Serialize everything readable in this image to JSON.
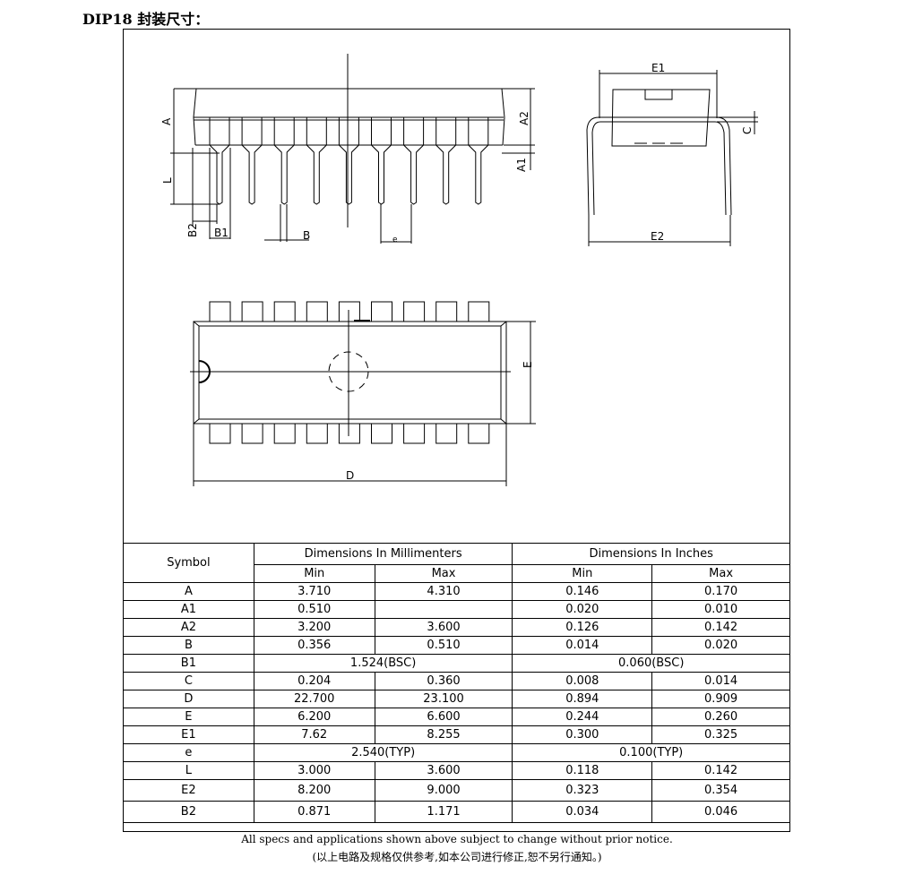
{
  "title": "DIP18 封装尺寸：",
  "drawing_labels": {
    "A": "A",
    "A1": "A1",
    "A2": "A2",
    "L": "L",
    "B": "B",
    "B1": "B1",
    "B2": "B2",
    "e": "e",
    "E": "E",
    "E1": "E1",
    "E2": "E2",
    "C": "C",
    "D": "D"
  },
  "table": {
    "symbol_header": "Symbol",
    "mm_header": "Dimensions In Millimenters",
    "inch_header": "Dimensions In Inches",
    "min": "Min",
    "max": "Max",
    "rows": [
      {
        "symbol": "A",
        "mm_min": "3.710",
        "mm_max": "4.310",
        "in_min": "0.146",
        "in_max": "0.170"
      },
      {
        "symbol": "A1",
        "mm_min": "0.510",
        "mm_max": "",
        "in_min": "0.020",
        "in_max": "0.010"
      },
      {
        "symbol": "A2",
        "mm_min": "3.200",
        "mm_max": "3.600",
        "in_min": "0.126",
        "in_max": "0.142"
      },
      {
        "symbol": "B",
        "mm_min": "0.356",
        "mm_max": "0.510",
        "in_min": "0.014",
        "in_max": "0.020"
      },
      {
        "symbol": "B1",
        "mm_span": "1.524(BSC)",
        "in_span": "0.060(BSC)"
      },
      {
        "symbol": "C",
        "mm_min": "0.204",
        "mm_max": "0.360",
        "in_min": "0.008",
        "in_max": "0.014"
      },
      {
        "symbol": "D",
        "mm_min": "22.700",
        "mm_max": "23.100",
        "in_min": "0.894",
        "in_max": "0.909"
      },
      {
        "symbol": "E",
        "mm_min": "6.200",
        "mm_max": "6.600",
        "in_min": "0.244",
        "in_max": "0.260"
      },
      {
        "symbol": "E1",
        "mm_min": "7.62",
        "mm_max": "8.255",
        "in_min": "0.300",
        "in_max": "0.325"
      },
      {
        "symbol": "e",
        "mm_span": "2.540(TYP)",
        "in_span": "0.100(TYP)"
      },
      {
        "symbol": "L",
        "mm_min": "3.000",
        "mm_max": "3.600",
        "in_min": "0.118",
        "in_max": "0.142"
      },
      {
        "symbol": "E2",
        "mm_min": "8.200",
        "mm_max": "9.000",
        "in_min": "0.323",
        "in_max": "0.354"
      },
      {
        "symbol": "B2",
        "mm_min": "0.871",
        "mm_max": "1.171",
        "in_min": "0.034",
        "in_max": "0.046"
      }
    ]
  },
  "footer": {
    "en": "All specs and applications shown above subject to change without prior notice.",
    "cn": "(以上电路及规格仅供参考,如本公司进行修正,恕不另行通知。)"
  }
}
